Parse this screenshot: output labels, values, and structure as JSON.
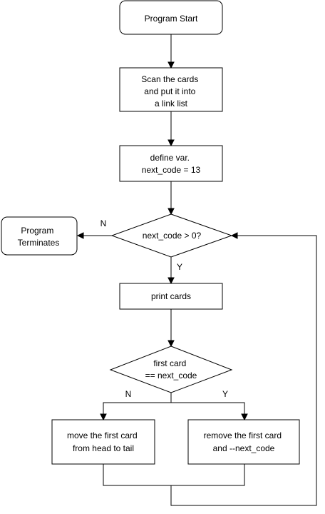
{
  "nodes": {
    "start": {
      "lines": [
        "Program Start"
      ]
    },
    "scan": {
      "lines": [
        "Scan the cards",
        "and put it into",
        "a link list"
      ]
    },
    "define": {
      "lines": [
        "define var.",
        "next_code = 13"
      ]
    },
    "check": {
      "lines": [
        "next_code > 0?"
      ]
    },
    "terminate": {
      "lines": [
        "Program",
        "Terminates"
      ]
    },
    "print": {
      "lines": [
        "print cards"
      ]
    },
    "compare": {
      "lines": [
        "first card",
        "== next_code"
      ]
    },
    "move": {
      "lines": [
        "move the first card",
        "from head to tail"
      ]
    },
    "remove": {
      "lines": [
        "remove the first card",
        "and --next_code"
      ]
    }
  },
  "labels": {
    "check_no": "N",
    "check_yes": "Y",
    "compare_no": "N",
    "compare_yes": "Y"
  }
}
